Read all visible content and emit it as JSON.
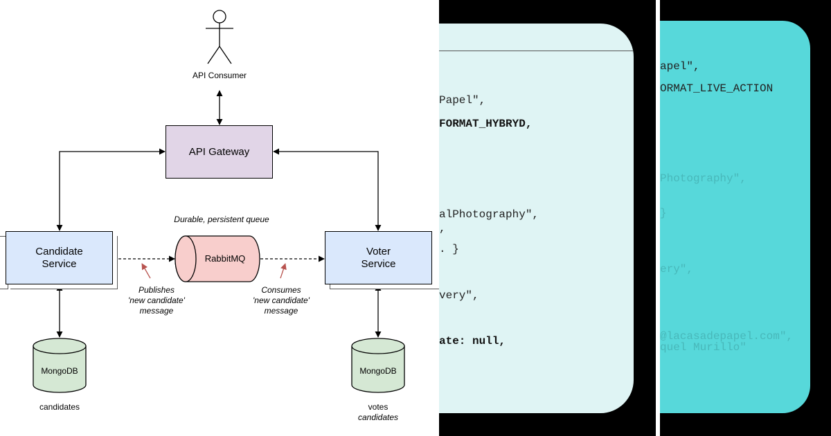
{
  "diagram": {
    "consumer_label": "API Consumer",
    "gateway_label": "API Gateway",
    "candidate_service_label": [
      "Candidate",
      "Service"
    ],
    "voter_service_label": [
      "Voter",
      "Service"
    ],
    "queue_label": "RabbitMQ",
    "queue_caption": "Durable, persistent queue",
    "publish_note": [
      "Publishes",
      "'new candidate'",
      "message"
    ],
    "consume_note": [
      "Consumes",
      "'new candidate'",
      "message"
    ],
    "db_left_label": "MongoDB",
    "db_right_label": "MongoDB",
    "db_left_caption": "candidates",
    "db_right_caption": [
      "votes",
      "candidates"
    ]
  },
  "colors": {
    "gateway_fill": "#e1d5e7",
    "service_fill": "#dae8fc",
    "queue_fill": "#f8cecc",
    "db_fill": "#d5e8d4",
    "red_arrow": "#b85450",
    "panel_light": "#dff4f4",
    "panel_teal": "#57d8da"
  },
  "code_panel_1": {
    "lines": [
      "Papel\",",
      "FORMAT_HYBRYD,",
      "alPhotography\",",
      ",",
      ". }",
      "very\",",
      "ate: null,"
    ]
  },
  "code_panel_2": {
    "lines": [
      "apel\",",
      "ORMAT_LIVE_ACTION",
      "Photography\",",
      "}",
      "ery\",",
      "@lacasadepapel.com\",",
      "quel Murillo\""
    ]
  }
}
